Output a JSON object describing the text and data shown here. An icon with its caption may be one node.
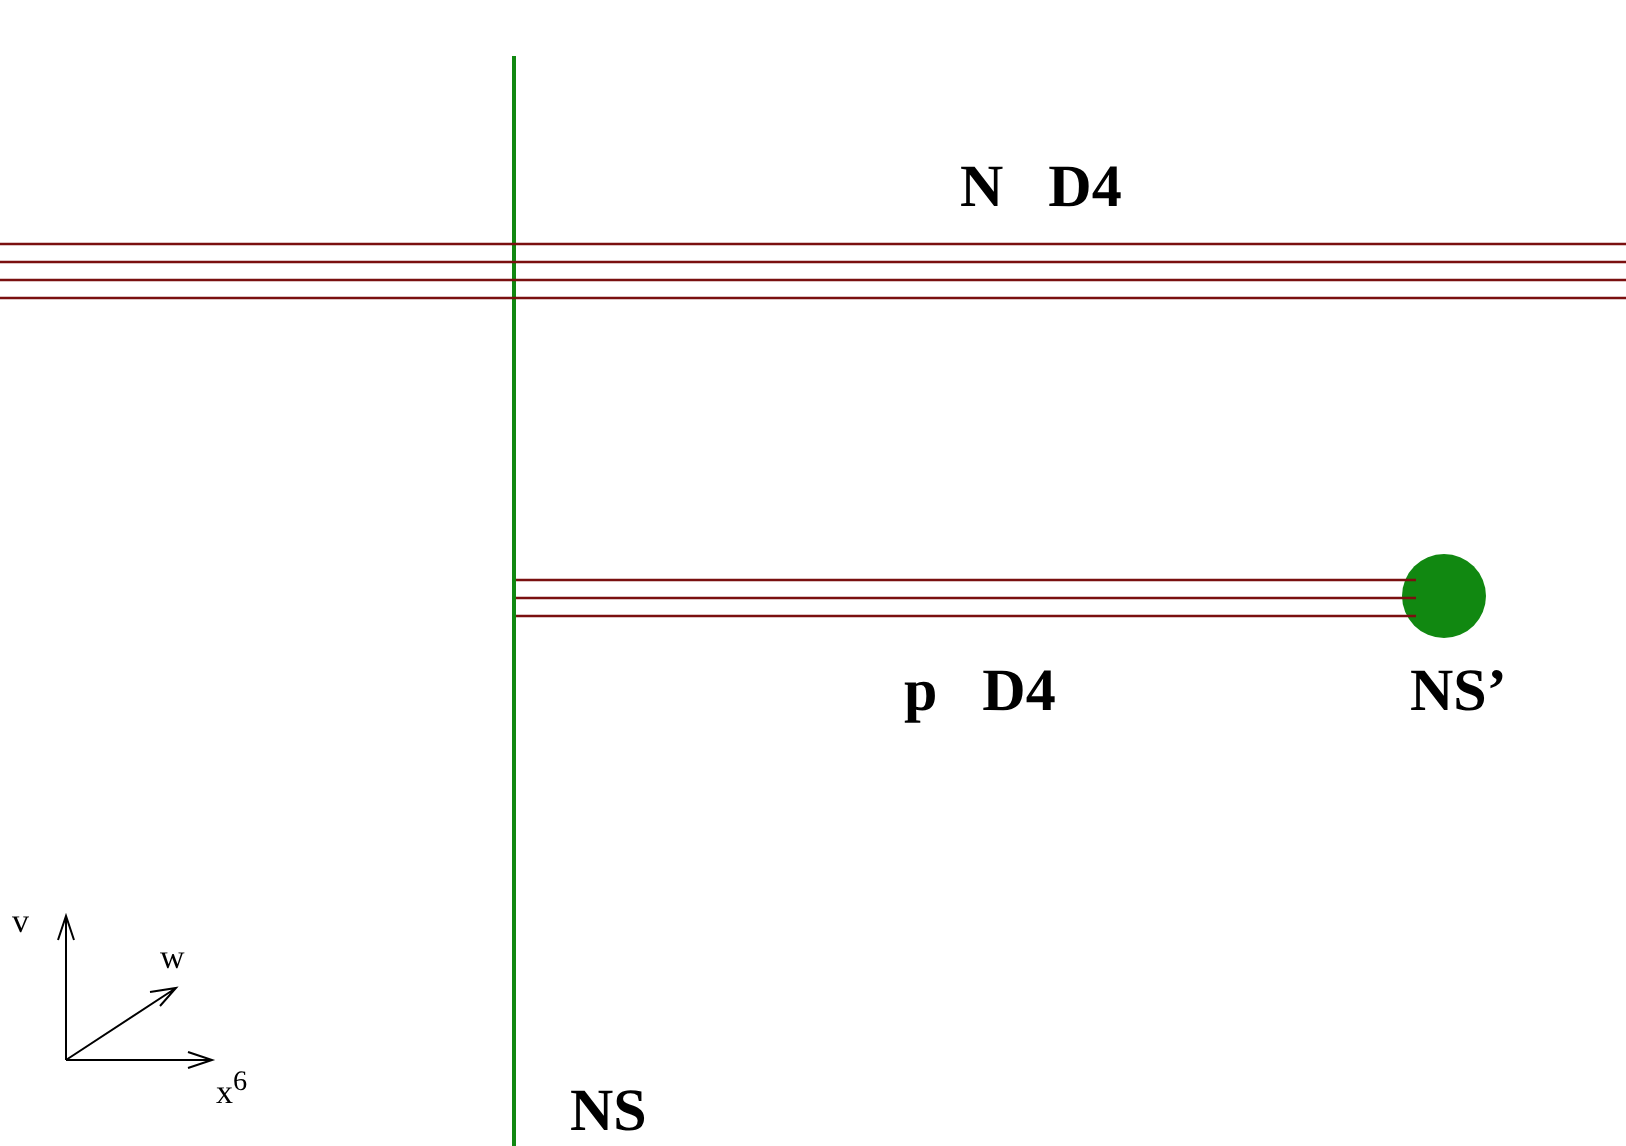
{
  "diagram": {
    "nodes": [
      {
        "text": [
          "NS"
        ]
      },
      {
        "text": [
          "NS’"
        ]
      },
      {
        "text": [
          "N D4"
        ]
      },
      {
        "text": [
          "p D4"
        ]
      }
    ],
    "labels": [
      "v",
      "w",
      "x$^{6}$"
    ]
  }
}
